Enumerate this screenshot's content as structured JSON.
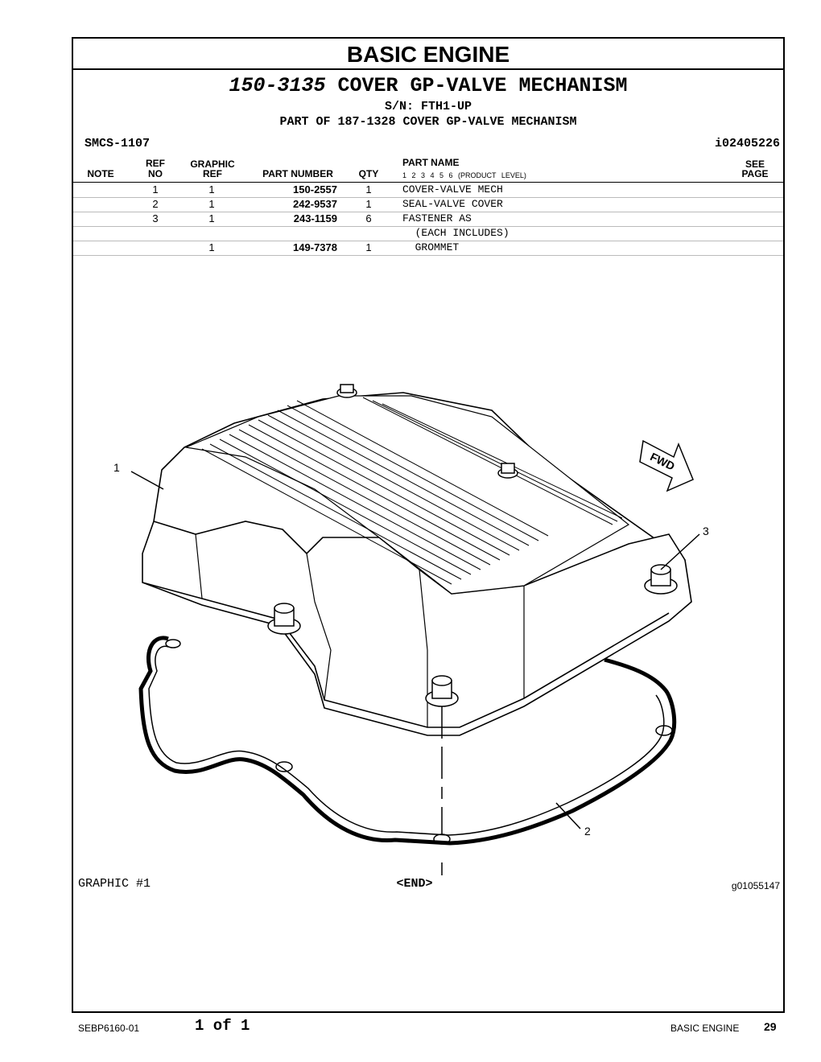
{
  "section_title": "BASIC ENGINE",
  "group": {
    "number": "150-3135",
    "name": "COVER GP-VALVE MECHANISM",
    "serial": "S/N: FTH1-UP",
    "part_of": "PART OF 187-1328 COVER GP-VALVE MECHANISM",
    "smcs": "SMCS-1107",
    "doc_id": "i02405226"
  },
  "table_headers": {
    "note": "NOTE",
    "ref": "REF",
    "no": "NO",
    "graphic": "GRAPHIC",
    "graphic_ref": "REF",
    "part_number": "PART NUMBER",
    "qty": "QTY",
    "part_name": "PART NAME",
    "product_level": "1 2 3 4 5 6 (PRODUCT LEVEL)",
    "see": "SEE",
    "page": "PAGE"
  },
  "parts": [
    {
      "ref_no": "1",
      "graphic_ref": "1",
      "part_number": "150-2557",
      "qty": "1",
      "name": "COVER-VALVE MECH"
    },
    {
      "ref_no": "2",
      "graphic_ref": "1",
      "part_number": "242-9537",
      "qty": "1",
      "name": "SEAL-VALVE COVER"
    },
    {
      "ref_no": "3",
      "graphic_ref": "1",
      "part_number": "243-1159",
      "qty": "6",
      "name": "FASTENER AS"
    },
    {
      "ref_no": "",
      "graphic_ref": "",
      "part_number": "",
      "qty": "",
      "name": "  (EACH INCLUDES)"
    },
    {
      "ref_no": "",
      "graphic_ref": "1",
      "part_number": "149-7378",
      "qty": "1",
      "name": "  GROMMET"
    }
  ],
  "graphic": {
    "label": "GRAPHIC #1",
    "end": "<END>",
    "id": "g01055147",
    "callout_1": "1",
    "callout_2": "2",
    "callout_3": "3",
    "fwd": "FWD"
  },
  "footer": {
    "doc": "SEBP6160-01",
    "page_of": "1 of 1",
    "section": "BASIC ENGINE",
    "page": "29"
  }
}
